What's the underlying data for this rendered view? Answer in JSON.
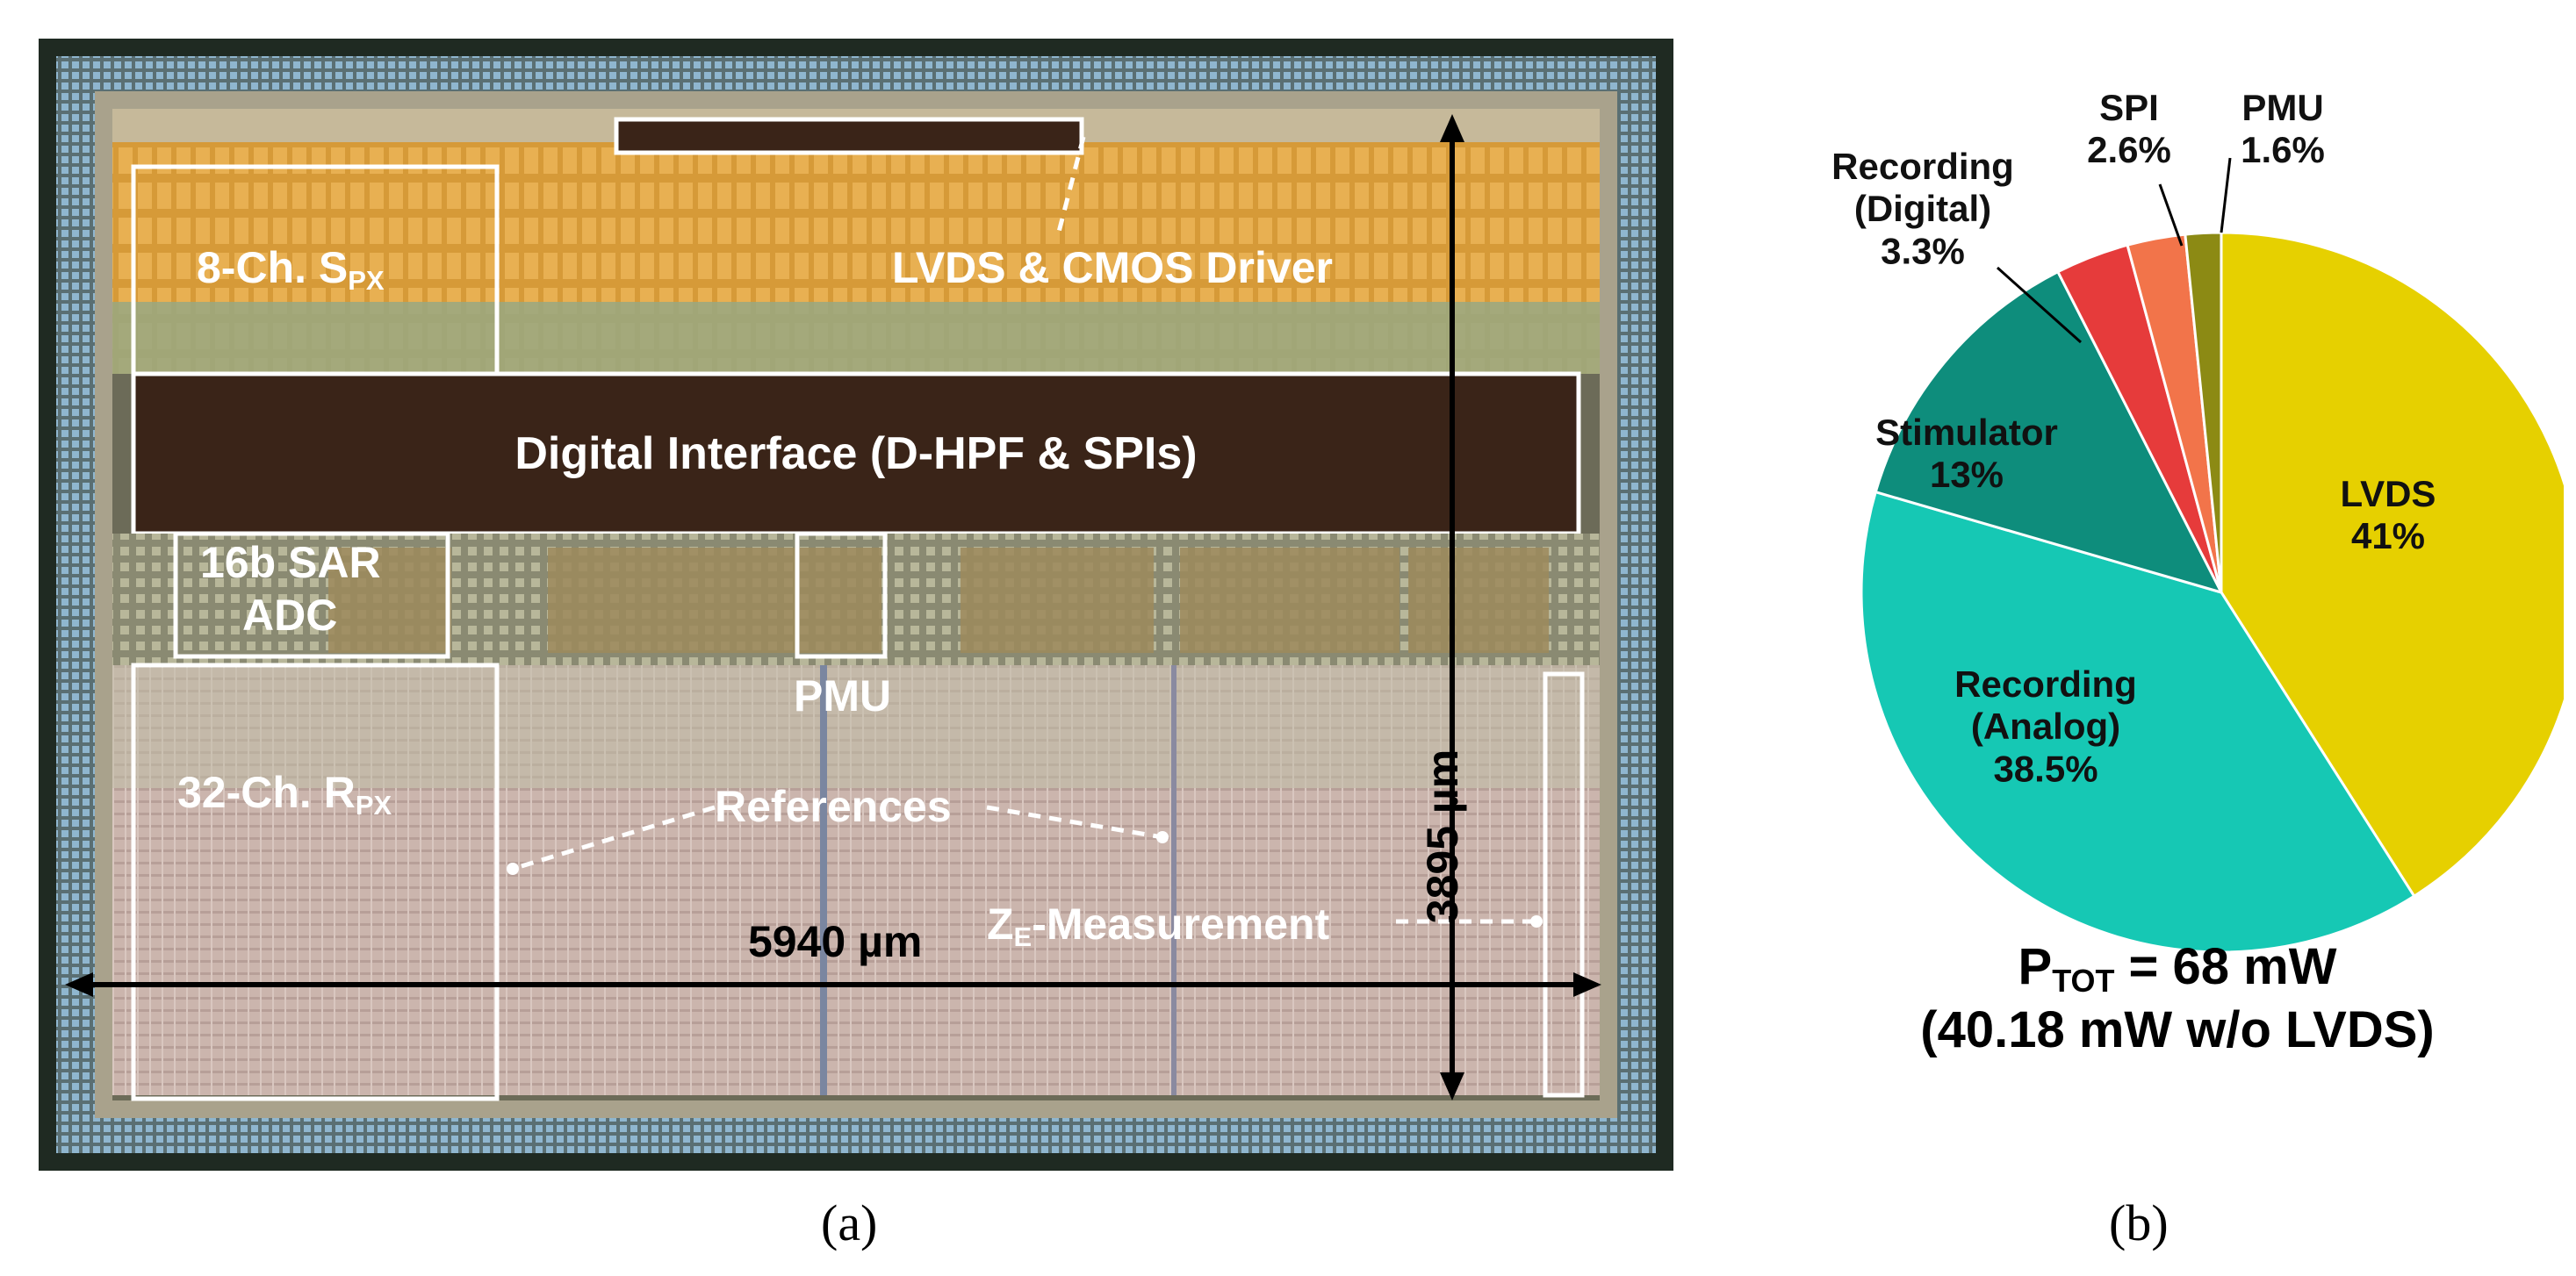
{
  "panel_a": {
    "labels": {
      "spx": "8-Ch. S",
      "spx_sub": "PX",
      "lvds_driver": "LVDS & CMOS Driver",
      "digital_interface": "Digital Interface (D-HPF & SPIs)",
      "sar_adc_line1": "16b SAR",
      "sar_adc_line2": "ADC",
      "pmu": "PMU",
      "rpx": "32-Ch. R",
      "rpx_sub": "PX",
      "references": "References",
      "ze_z": "Z",
      "ze_sub": "E",
      "ze_rest": "-Measurement",
      "width_dim": "5940 µm",
      "height_dim": "3895 µm"
    },
    "caption": "(a)",
    "colors": {
      "die_border": "#1f2a22",
      "bond_pad": "#8fb6cf",
      "spx_fill": "#d69a38",
      "digital_fill": "#3a2418",
      "rpx_fill": "#cbb5ad"
    }
  },
  "panel_b": {
    "caption": "(b)",
    "total_line1_prefix": "P",
    "total_line1_sub": "TOT",
    "total_line1_rest": " =  68 mW",
    "total_line2": "(40.18 mW w/o LVDS)"
  },
  "chart_data": {
    "type": "pie",
    "slices": [
      {
        "label": "LVDS",
        "value": 41,
        "display": "41%",
        "color": "#e6d000"
      },
      {
        "label": "Recording (Analog)",
        "value": 38.5,
        "display": "38.5%",
        "color": "#16c8b4"
      },
      {
        "label": "Stimulator",
        "value": 13,
        "display": "13%",
        "color": "#0e8d7c"
      },
      {
        "label": "Recording (Digital)",
        "value": 3.3,
        "display": "3.3%",
        "color": "#e63b3b"
      },
      {
        "label": "SPI",
        "value": 2.6,
        "display": "2.6%",
        "color": "#f2744a"
      },
      {
        "label": "PMU",
        "value": 1.6,
        "display": "1.6%",
        "color": "#8c8a14"
      }
    ],
    "start_angle_deg": 0,
    "direction": "clockwise"
  }
}
